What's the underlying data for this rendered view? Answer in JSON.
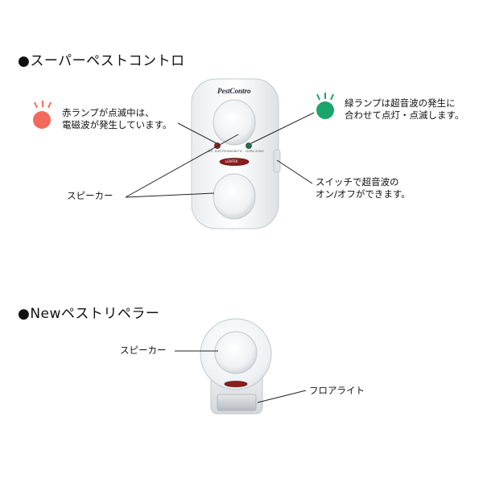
{
  "section1": {
    "title": "●スーパーペストコントロ",
    "device_brand": "PestContro",
    "device_badge": "LENTEK",
    "indicator_left_text": "ELE. ELECTROMAGNETIC",
    "indicator_right_text": "ULTRA SONIC",
    "red_lamp": {
      "line1": "赤ランプが点滅中は、",
      "line2": "電磁波が発生しています。",
      "color": "#f26a5b"
    },
    "green_lamp": {
      "line1": "緑ランプは超音波の発生に",
      "line2": "合わせて点灯・点滅します。",
      "color": "#1aa56a"
    },
    "speaker_label": "スピーカー",
    "switch": {
      "line1": "スイッチで超音波の",
      "line2": "オン/オフができます。"
    }
  },
  "section2": {
    "title": "●Newペストリペラー",
    "speaker_label": "スピーカー",
    "floor_light_label": "フロアライト"
  }
}
